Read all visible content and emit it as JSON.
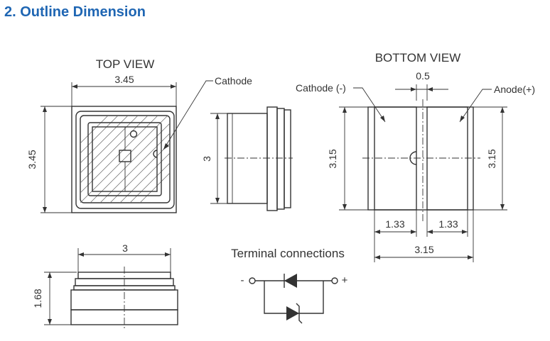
{
  "heading": "2. Outline Dimension",
  "top_view": {
    "title": "TOP VIEW",
    "width": "3.45",
    "height": "3.45",
    "cathode": "Cathode"
  },
  "side_view": {
    "height": "3"
  },
  "bottom_view": {
    "title": "BOTTOM VIEW",
    "gap": "0.5",
    "cathode": "Cathode (-)",
    "anode": "Anode(+)",
    "height_left": "3.15",
    "height_right": "3.15",
    "pad_left": "1.33",
    "pad_right": "1.33",
    "width": "3.15"
  },
  "front_view": {
    "width": "3",
    "height": "1.68"
  },
  "terminal": {
    "title": "Terminal connections",
    "minus": "-",
    "plus": "+"
  },
  "colors": {
    "heading": "#1f66b3",
    "line": "#333333"
  }
}
